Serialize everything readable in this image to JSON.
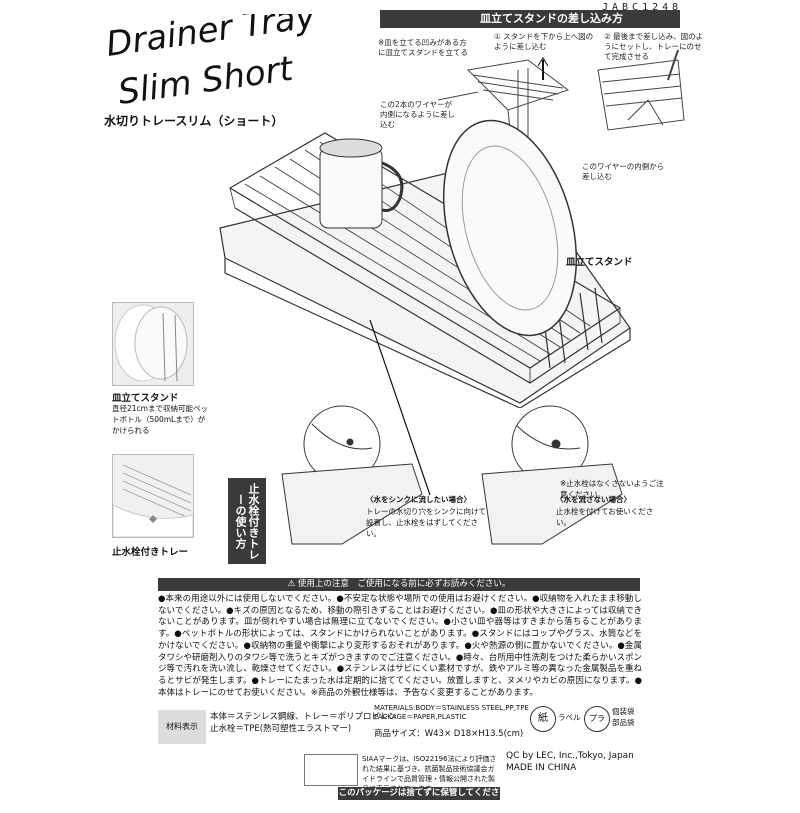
{
  "code": "JABC1248",
  "title_line1": "Drainer Tray",
  "title_line2": "Slim Short",
  "subtitle": "水切りトレースリム（ショート）",
  "install": {
    "header": "皿立てスタンドの差し込み方",
    "note": "※皿を立てる凹みがある方に皿立てスタンドを立てる",
    "step1": "① スタンドを下から上へ図のように差し込む",
    "step2": "② 最後まで差し込み、図のようにセットし、トレーにのせて完成させる",
    "wire_inner": "この2本のワイヤーが内側になるように差し込む",
    "wire_hook": "このワイヤーの内側から差し込む"
  },
  "stand_label": "皿立てスタンド",
  "feature1": {
    "title": "皿立てスタンド",
    "desc": "直径21cmまで収納可能ペットボトル（500mLまで）がかけられる"
  },
  "feature2": {
    "title": "止水栓付きトレー"
  },
  "stopper": {
    "vertical_label": "止水栓付きトレーの使い方",
    "note": "※止水栓はなくさないようご注意ください。",
    "left_title": "〈水をシンクに流したい場合〉",
    "left_desc": "トレーの水切り穴をシンクに向けて設置し、止水栓をはずしてください。",
    "right_title": "〈水を流さない場合〉",
    "right_desc": "止水栓を付けてお使いください。"
  },
  "caution_header": "⚠ 使用上の注意　ご使用になる前に必ずお読みください。",
  "caution_text": "●本来の用途以外には使用しないでください。●不安定な状態や場所での使用はお避けください。●収納物を入れたまま移動しないでください。●キズの原因となるため、移動の際引きずることはお避けください。●皿の形状や大きさによっては収納できないことがあります。皿が倒れやすい場合は無理に立てないでください。●小さい皿や器等はすきまから落ちることがあります。●ペットボトルの形状によっては、スタンドにかけられないことがあります。●スタンドにはコップやグラス、水筒などをかけないでください。●収納物の重量や衝撃により変形するおそれがあります。●火や熱源の側に置かないでください。●金属タワシや研磨剤入りのタワシ等で洗うとキズがつきますのでご注意ください。●時々、台所用中性洗剤をつけた柔らかいスポンジ等で汚れを洗い流し、乾燥させてください。●ステンレスはサビにくい素材ですが、鉄やアルミ等の異なった金属製品を重ねるとサビが発生します。●トレーにたまった水は定期的に捨ててください。放置しますと、ヌメリやカビの原因になります。●本体はトレーにのせてお使いください。※商品の外観仕様等は、予告なく変更することがあります。",
  "materials": {
    "label": "材料表示",
    "main_line1": "本体＝ステンレス鋼線、トレー＝ポリプロピレン",
    "main_line2": "止水栓＝TPE(熱可塑性エラストマー)",
    "en_line1": "MATERIALS:BODY＝STAINLESS STEEL,PP,TPE",
    "en_line2": "PACKAGE＝PAPER,PLASTIC",
    "size": "商品サイズ：W43× D18×H13.5(cm)",
    "recycle_paper": "紙",
    "recycle_label": "ラベル",
    "recycle_plastic": "プラ",
    "recycle_plastic_desc1": "個装袋",
    "recycle_plastic_desc2": "部品袋"
  },
  "siaa_text": "SIAAマークは、ISO22196法により評価された結果に基づき、抗菌製品技術協議会ガイドラインで品質管理・情報公開された製品に表示されています。",
  "company_line1": "QC by LEC, Inc.,Tokyo, Japan",
  "company_line2": "MADE IN CHINA",
  "keep_notice": "このパッケージは捨てずに保管してください。"
}
